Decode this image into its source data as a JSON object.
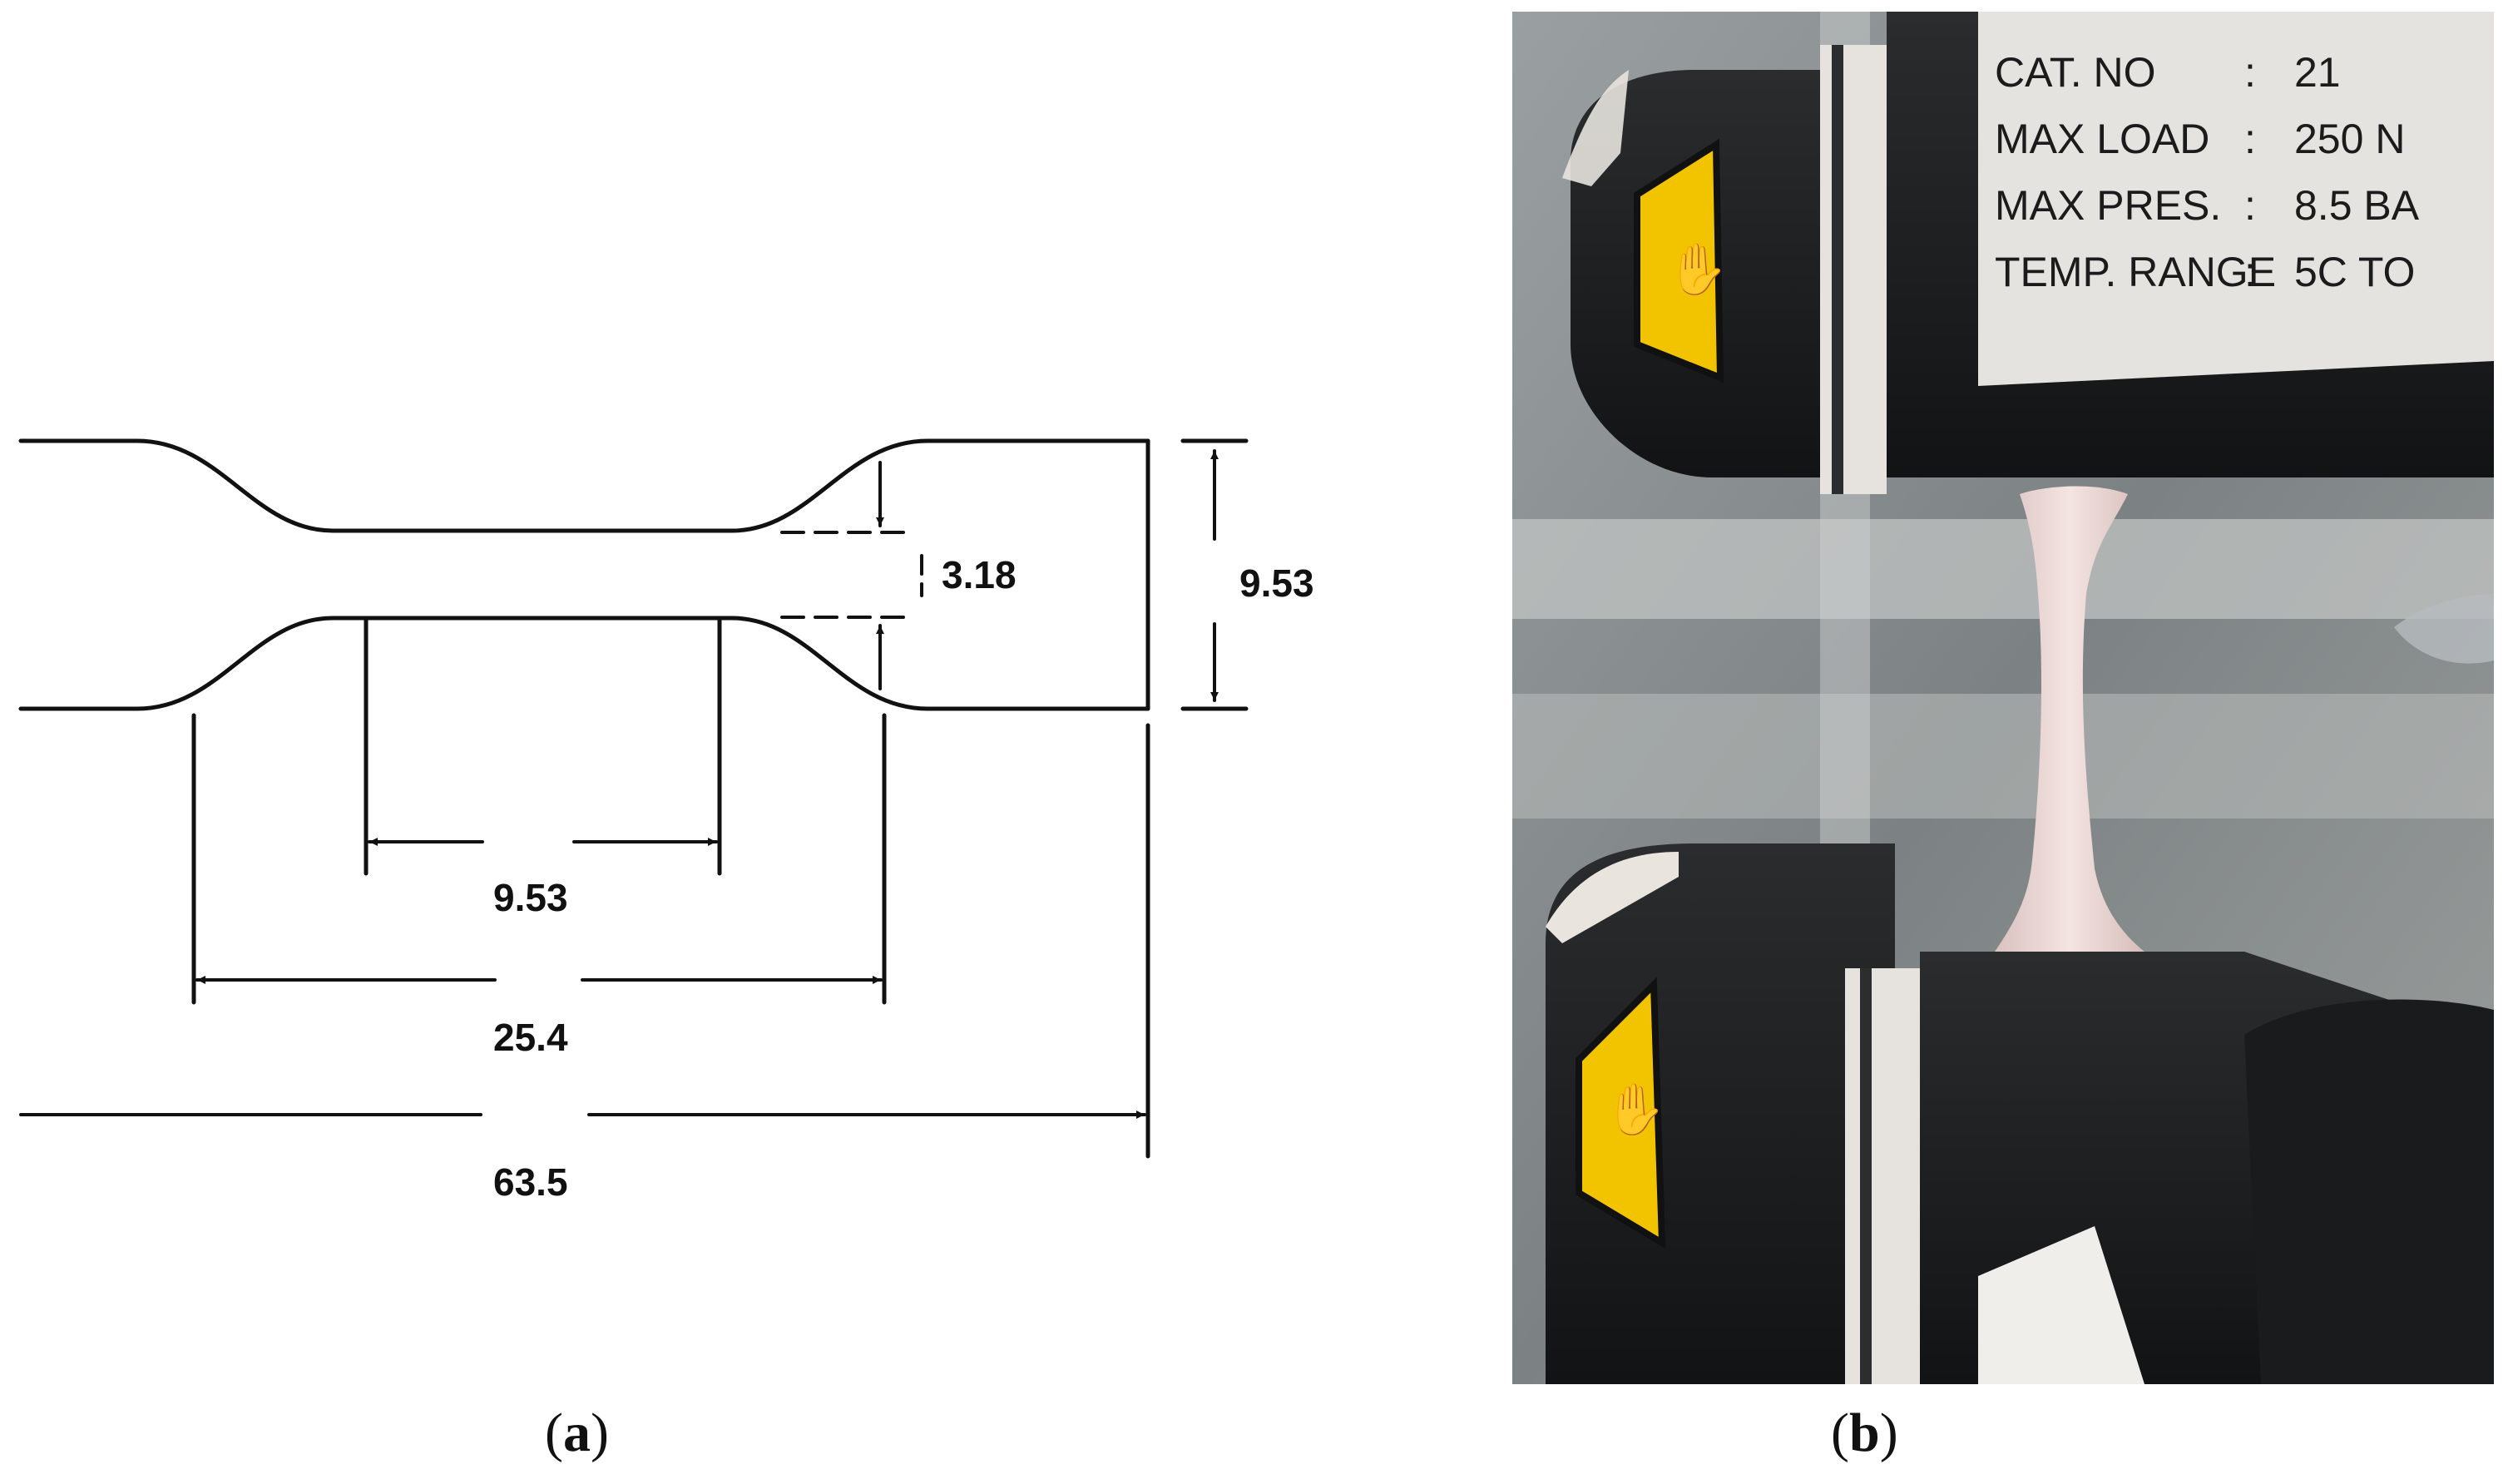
{
  "panel_a": {
    "label_letter": "a",
    "dimensions": {
      "neck_width": "3.18",
      "overall_width": "9.53",
      "gauge_length": "9.53",
      "neck_length": "25.4",
      "overall_length": "63.5"
    }
  },
  "panel_b": {
    "label_letter": "b",
    "device_label_lines": [
      "CAT. NO",
      "MAX LOAD",
      "MAX PRES.",
      "TEMP. RANGE"
    ],
    "device_value_lines": [
      "21",
      "250 N",
      "8.5 BA",
      "5C TO"
    ],
    "device_separators": [
      ":",
      ":",
      ":",
      ":"
    ]
  },
  "colors": {
    "line": "#111111",
    "grip_black": "#1c1e20",
    "warning_yellow": "#f2c400",
    "specimen": "#e9d2cf"
  }
}
